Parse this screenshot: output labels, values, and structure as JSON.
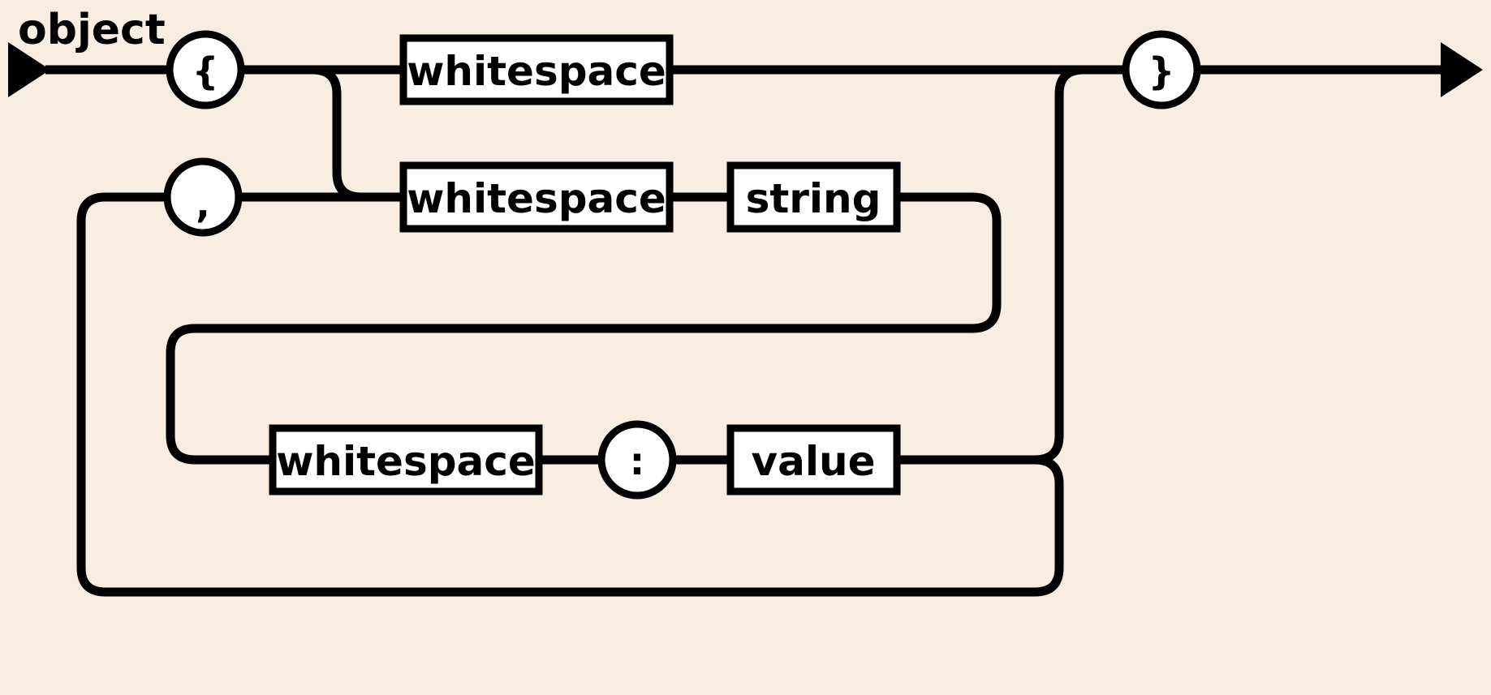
{
  "diagram": {
    "title": "object",
    "type": "railroad-syntax-diagram",
    "background_color": "#f9ede1",
    "line_color": "#000000",
    "box_fill_color": "#ffffff",
    "nodes": [
      {
        "id": "start",
        "kind": "start-arrow",
        "label": ""
      },
      {
        "id": "open-brace",
        "kind": "terminal",
        "label": "{"
      },
      {
        "id": "ws-1",
        "kind": "nonterminal",
        "label": "whitespace"
      },
      {
        "id": "comma",
        "kind": "terminal",
        "label": ","
      },
      {
        "id": "ws-2",
        "kind": "nonterminal",
        "label": "whitespace"
      },
      {
        "id": "string",
        "kind": "nonterminal",
        "label": "string"
      },
      {
        "id": "ws-3",
        "kind": "nonterminal",
        "label": "whitespace"
      },
      {
        "id": "colon",
        "kind": "terminal",
        "label": ":"
      },
      {
        "id": "value",
        "kind": "nonterminal",
        "label": "value"
      },
      {
        "id": "close-brace",
        "kind": "terminal",
        "label": "}"
      },
      {
        "id": "end",
        "kind": "end-arrow",
        "label": ""
      }
    ]
  }
}
